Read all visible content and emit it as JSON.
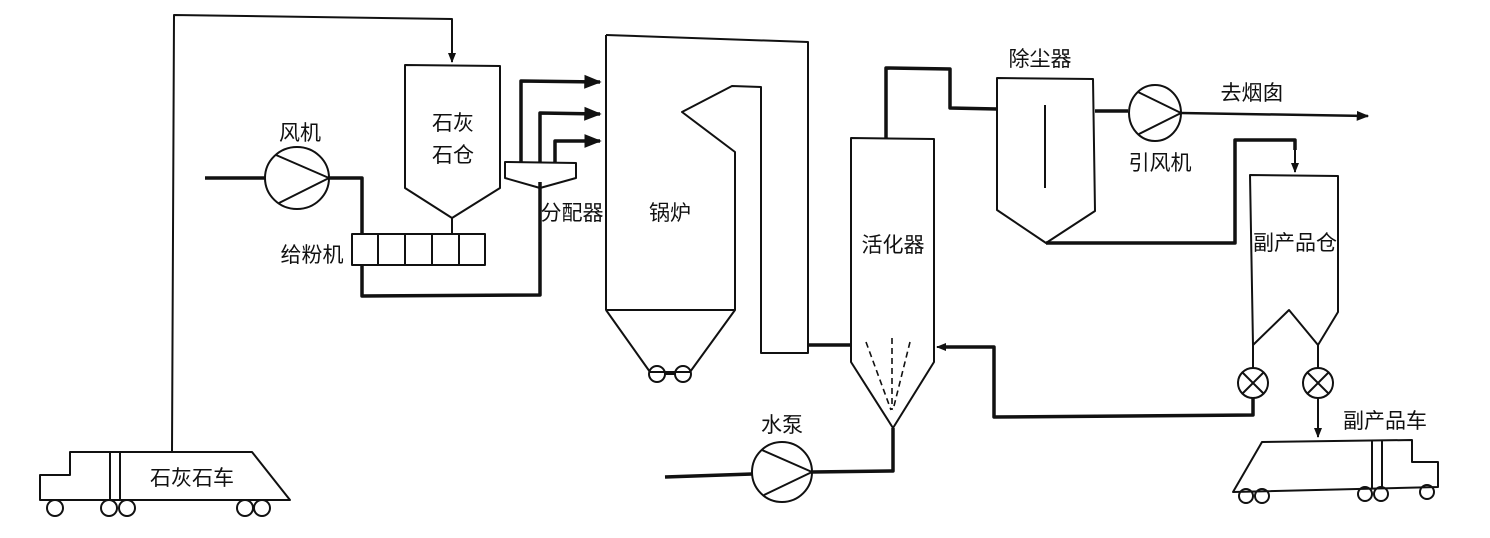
{
  "labels": {
    "fan": "风机",
    "limestone_silo_line1": "石灰",
    "limestone_silo_line2": "石仓",
    "feeder": "给粉机",
    "distributor": "分配器",
    "boiler": "锅炉",
    "activator": "活化器",
    "dust_collector": "除尘器",
    "induced_fan": "引风机",
    "to_chimney": "去烟囱",
    "byproduct_silo": "副产品仓",
    "byproduct_truck": "副产品车",
    "water_pump": "水泵",
    "limestone_truck": "石灰石车"
  }
}
